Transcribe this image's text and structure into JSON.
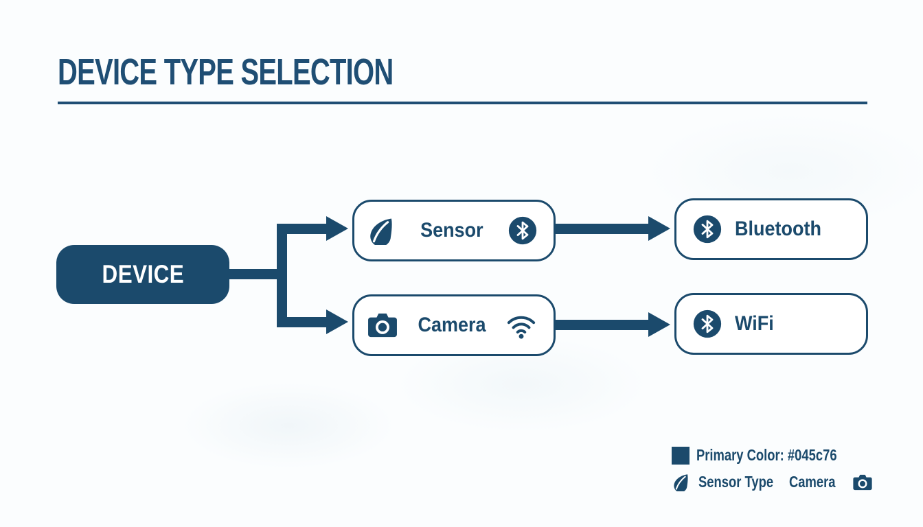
{
  "title": "DEVICE TYPE SELECTION",
  "colors": {
    "primary_rendered": "#1b4a6c",
    "stated_primary_hex": "#045c76",
    "background": "#fbfdfe"
  },
  "diagram": {
    "root": {
      "label": "DEVICE"
    },
    "options": [
      {
        "label": "Sensor",
        "left_icon": "leaf-icon",
        "right_icon": "bluetooth-icon"
      },
      {
        "label": "Camera",
        "left_icon": "camera-icon",
        "right_icon": "wifi-icon"
      }
    ],
    "results": [
      {
        "label": "Bluetooth",
        "icon": "bluetooth-icon"
      },
      {
        "label": "WiFi",
        "icon": "bluetooth-icon"
      }
    ]
  },
  "legend": {
    "primary_color_label": "Primary Color: #045c76",
    "sensor_type_label": "Sensor Type",
    "camera_label": "Camera"
  }
}
